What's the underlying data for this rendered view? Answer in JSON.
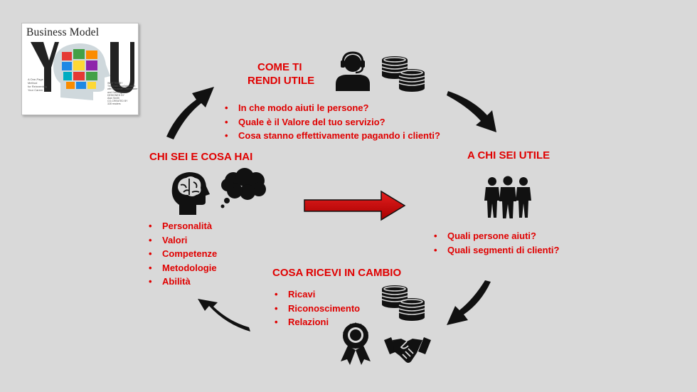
{
  "book": {
    "title": "Business Model",
    "you": "YOU",
    "tagline": [
      "A One-Page",
      "Method",
      "for Reinventing",
      "Your Career"
    ],
    "credits": [
      "WRITTEN BY",
      "Tim Clark in collaboration",
      "with Alexander Osterwalder",
      "and Yves Pigneur",
      "DESIGNED BY",
      "Alan Smith",
      "CO-CREATED BY",
      "328 readers"
    ]
  },
  "sections": {
    "come_ti_rendi_utile": {
      "heading_line1": "COME TI",
      "heading_line2": "RENDI UTILE",
      "items": [
        "In che modo aiuti le persone?",
        "Quale è il Valore del tuo servizio?",
        "Cosa stanno effettivamente pagando i clienti?"
      ]
    },
    "a_chi_sei_utile": {
      "heading": "A CHI SEI UTILE",
      "items": [
        "Quali persone aiuti?",
        "Quali segmenti di clienti?"
      ]
    },
    "cosa_ricevi_in_cambio": {
      "heading": "COSA RICEVI IN CAMBIO",
      "items": [
        "Ricavi",
        "Riconoscimento",
        "Relazioni"
      ]
    },
    "chi_sei_e_cosa_hai": {
      "heading": "CHI SEI E COSA HAI",
      "items": [
        "Personalità",
        "Valori",
        "Competenze",
        "Metodologie",
        "Abilità"
      ]
    }
  },
  "colors": {
    "accent": "#e00000",
    "arrow_fill": "#c00000",
    "background": "#d9d9d9",
    "icon": "#111111"
  },
  "icons": [
    "headset-person-icon",
    "coins-icon",
    "group-of-people-icon",
    "award-ribbon-icon",
    "handshake-icon",
    "brain-head-icon",
    "thought-cloud-icon"
  ]
}
